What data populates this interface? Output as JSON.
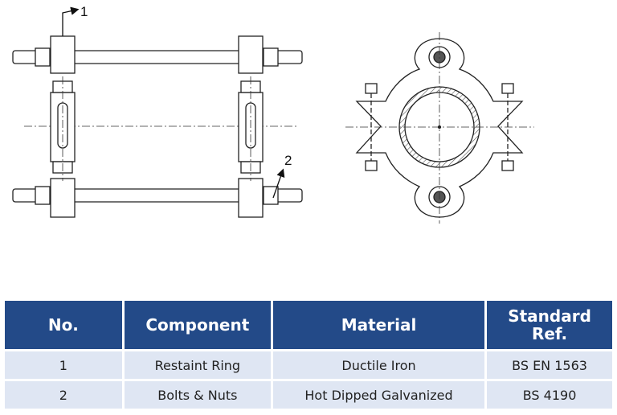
{
  "callouts": [
    "1",
    "2"
  ],
  "table": {
    "headers": [
      "No.",
      "Component",
      "Material",
      "Standard Ref."
    ],
    "rows": [
      [
        "1",
        "Restaint Ring",
        "Ductile Iron",
        "BS EN 1563"
      ],
      [
        "2",
        "Bolts & Nuts",
        "Hot Dipped Galvanized",
        "BS 4190"
      ]
    ]
  },
  "colors": {
    "header_bg": "#234a88",
    "row_bg": "#dfe6f3"
  }
}
